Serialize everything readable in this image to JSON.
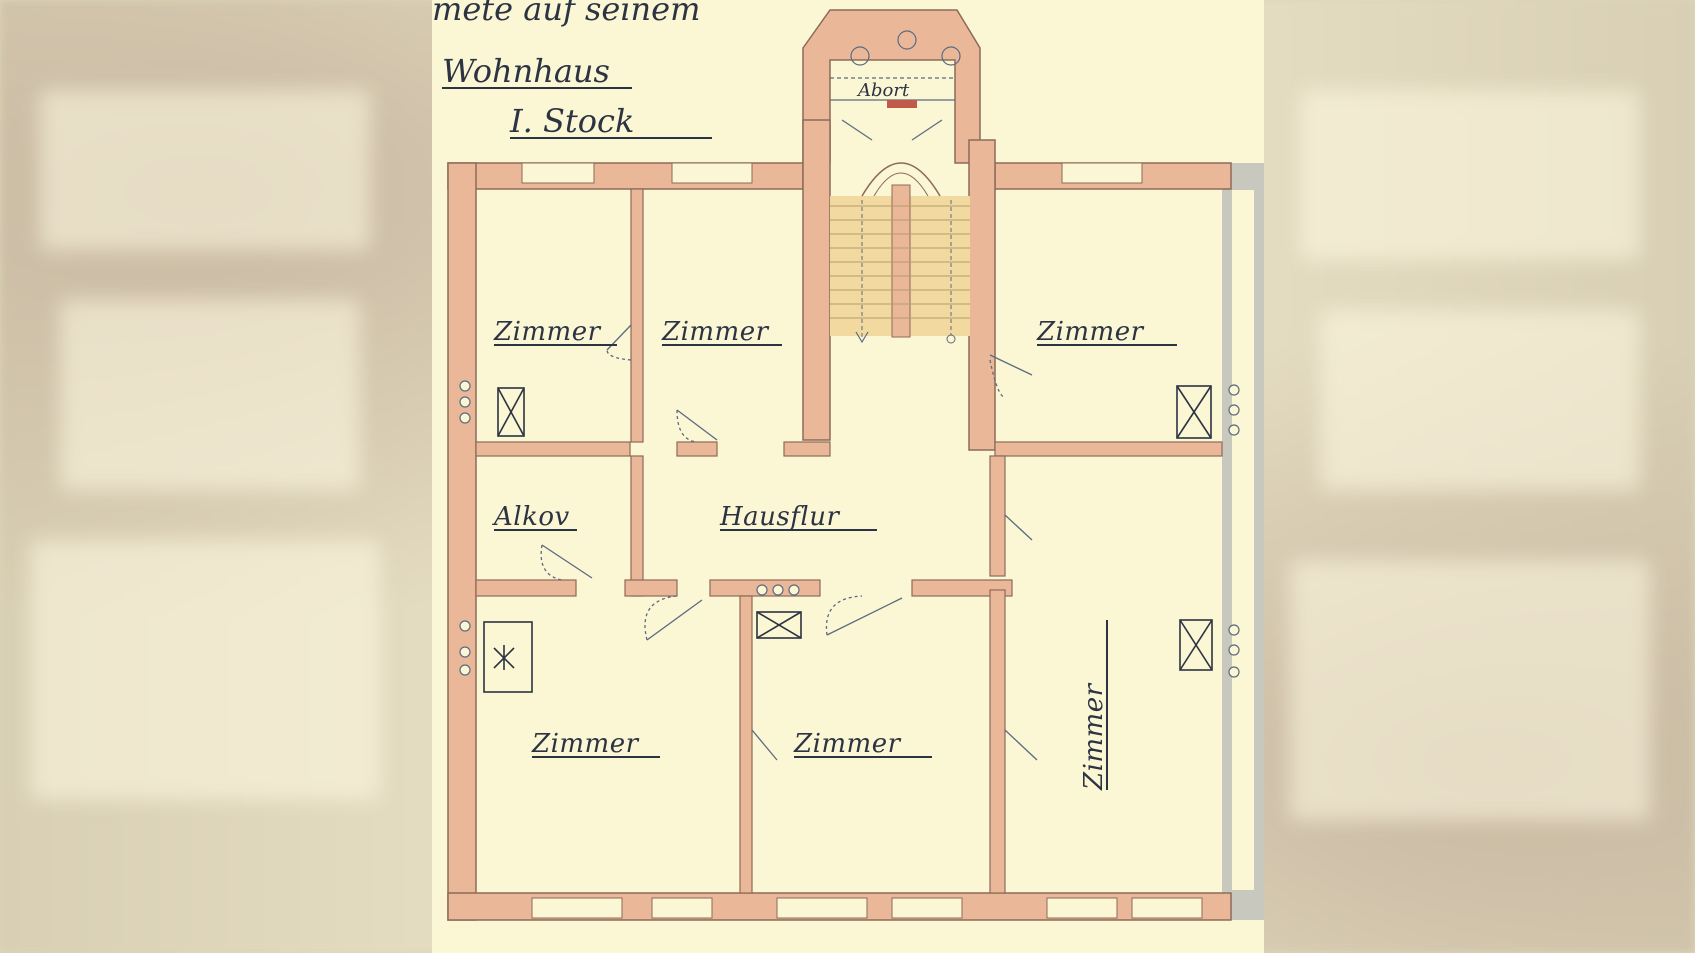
{
  "title": {
    "line1": "Wohnhaus",
    "line2": "I. Stock"
  },
  "header_fragment": "mete auf seinem",
  "rooms": {
    "zimmer_top_left": "Zimmer",
    "zimmer_top_mid": "Zimmer",
    "zimmer_top_right": "Zimmer",
    "alkov": "Alkov",
    "hausflur": "Hausflur",
    "zimmer_bottom_left": "Zimmer",
    "zimmer_bottom_mid": "Zimmer",
    "zimmer_bottom_right": "Zimmer",
    "abort": "Abort"
  },
  "colors": {
    "wall": "#eab898",
    "wall_stroke": "#8d6a58",
    "paper": "#fbf6d4",
    "ink": "#2c3342",
    "stairs": "#f1d9a0",
    "neighbor_wall": "#c9c8be"
  }
}
